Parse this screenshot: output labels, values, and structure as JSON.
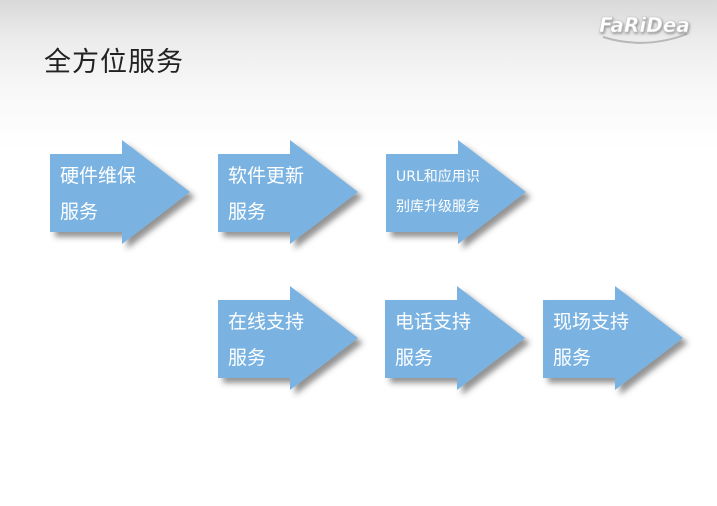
{
  "slide": {
    "title": "全方位服务",
    "logo_text": "FaRiDea"
  },
  "colors": {
    "arrow_fill": "#7ab3e1",
    "arrow_shadow": "#3c3c3c",
    "title_text": "#222222",
    "label_text": "#ffffff"
  },
  "arrows": [
    {
      "line1": "硬件维保",
      "line2": "服务"
    },
    {
      "line1": "软件更新",
      "line2": "服务"
    },
    {
      "line1": "URL和应用识",
      "line2": "别库升级服务"
    },
    {
      "line1": "在线支持",
      "line2": "服务"
    },
    {
      "line1": "电话支持",
      "line2": "服务"
    },
    {
      "line1": "现场支持",
      "line2": "服务"
    }
  ]
}
